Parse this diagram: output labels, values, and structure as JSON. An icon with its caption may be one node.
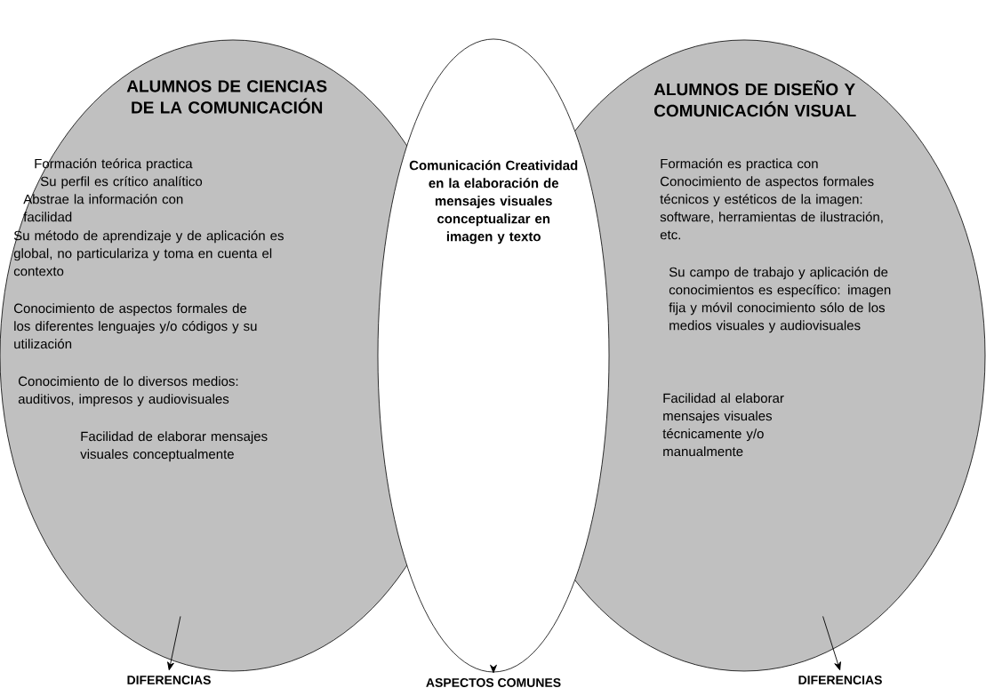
{
  "diagram": {
    "nodes": [
      {
        "text": [
          "ALUMNOS  DE CIENCIAS DE LA COMUNICACIÓN",
          "Formación teórica practica",
          "Su perfil es crítico analítico",
          "Abstrae la información con facilidad",
          "Su  método de aprendizaje y de aplicación es global, no particulariza y toma en cuenta el contexto",
          "Conocimiento de aspectos formales de los diferentes lenguajes y/o códigos y su utilización",
          "Conocimiento de lo diversos medios: auditivos, impresos y audiovisuales",
          "Facilidad de elaborar mensajes visuales conceptualmente"
        ]
      },
      {
        "text": [
          "Comunicación Creatividad en la elaboración de mensajes visuales conceptualizar en imagen y texto"
        ]
      },
      {
        "text": [
          "ALUMNOS DE DISEÑO Y COMUNICACIÓN VISUAL",
          "Formación es practica con Conocimiento de aspectos formales  técnicos y estéticos de la imagen: software, herramientas de ilustración, etc.",
          "Su campo de trabajo y aplicación de conocimientos es específico: imagen fija y móvil conocimiento sólo de los medios visuales y audiovisuales",
          "Facilidad al elaborar mensajes visuales técnicamente y/o manualmente"
        ]
      },
      {
        "text": [
          "DIFERENCIAS"
        ]
      },
      {
        "text": [
          "ASPECTOS COMUNES"
        ]
      },
      {
        "text": [
          "DIFERENCIAS"
        ]
      }
    ],
    "edges": [
      {
        "from": 0,
        "to": 3,
        "arrow": "to"
      },
      {
        "from": 1,
        "to": 4,
        "arrow": "to"
      },
      {
        "from": 2,
        "to": 5,
        "arrow": "to"
      }
    ]
  }
}
